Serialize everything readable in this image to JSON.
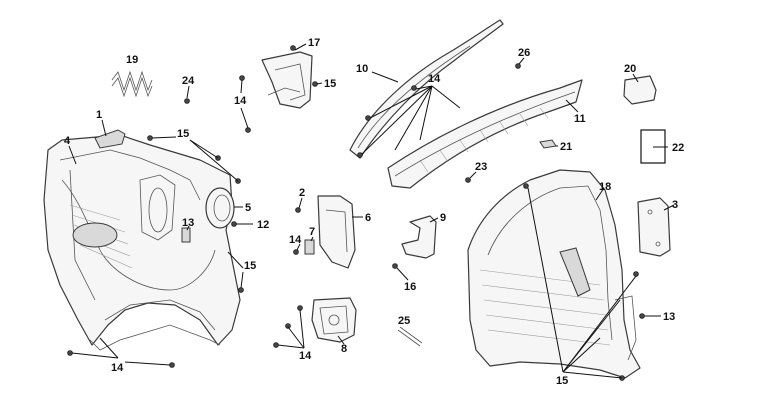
{
  "callouts": {
    "c1": "1",
    "c2": "2",
    "c3": "3",
    "c4": "4",
    "c5": "5",
    "c6": "6",
    "c7": "7",
    "c8": "8",
    "c9": "9",
    "c10": "10",
    "c11": "11",
    "c12": "12",
    "c13a": "13",
    "c13b": "13",
    "c14a": "14",
    "c14b": "14",
    "c14c": "14",
    "c14d": "14",
    "c14e": "14",
    "c15a": "15",
    "c15b": "15",
    "c15c": "15",
    "c15d": "15",
    "c16": "16",
    "c17": "17",
    "c18": "18",
    "c19": "19",
    "c20": "20",
    "c21": "21",
    "c22": "22",
    "c23": "23",
    "c24": "24",
    "c25": "25",
    "c26": "26"
  }
}
